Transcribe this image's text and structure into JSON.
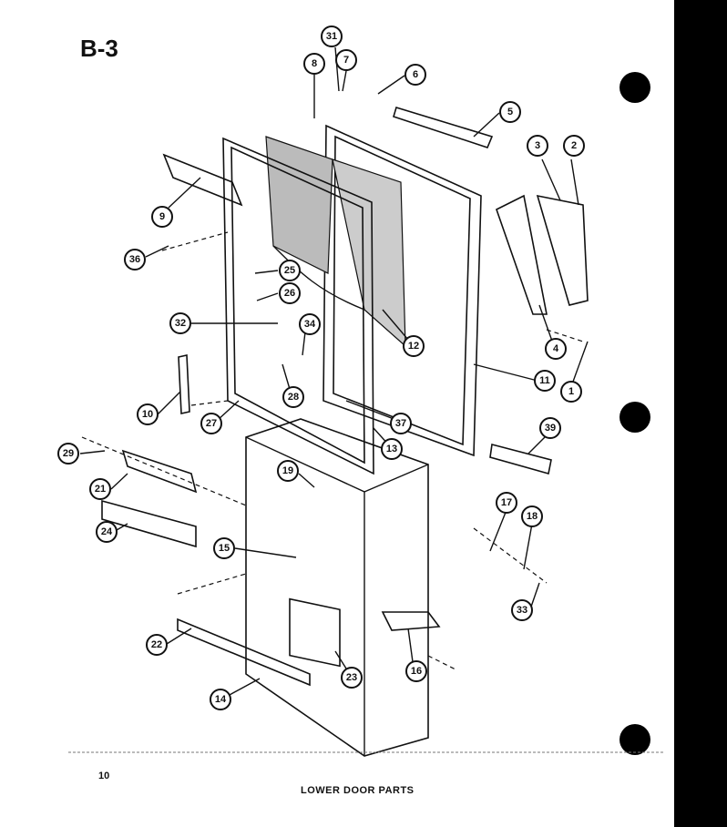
{
  "section": "B-3",
  "page_number": "10",
  "title": "LOWER DOOR PARTS",
  "callouts": [
    "31",
    "8",
    "7",
    "6",
    "5",
    "3",
    "2",
    "9",
    "36",
    "25",
    "26",
    "32",
    "34",
    "12",
    "4",
    "1",
    "11",
    "28",
    "27",
    "10",
    "37",
    "13",
    "39",
    "29",
    "19",
    "17",
    "18",
    "21",
    "15",
    "24",
    "33",
    "22",
    "16",
    "23",
    "14"
  ],
  "colors": {
    "ink": "#111111",
    "paper": "#ffffff",
    "binding_strip": "#000000"
  }
}
